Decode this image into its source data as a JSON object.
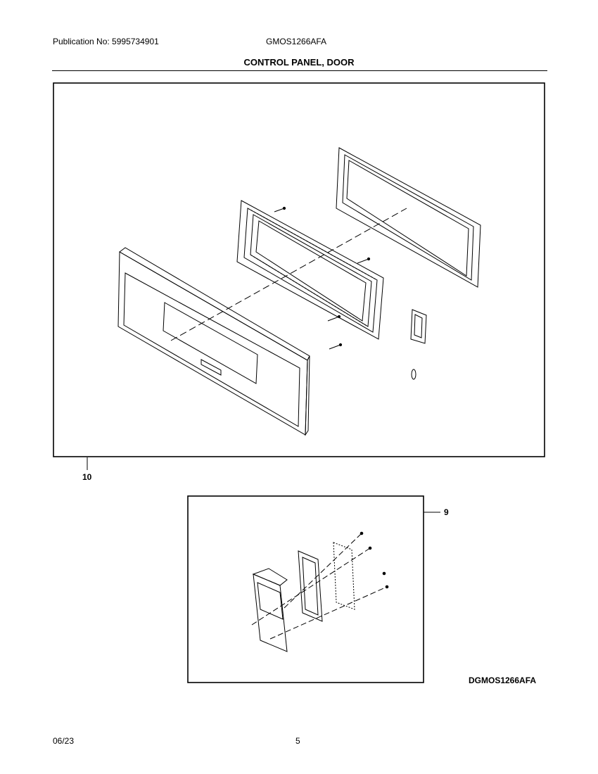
{
  "header": {
    "publication": "Publication No: 5995734901",
    "model": "GMOS1266AFA",
    "section_title": "CONTROL PANEL, DOOR"
  },
  "callouts": {
    "panel_assembly": "10",
    "bracket_assembly": "9"
  },
  "diagram_id": "DGMOS1266AFA",
  "footer": {
    "date": "06/23",
    "page": "5"
  }
}
